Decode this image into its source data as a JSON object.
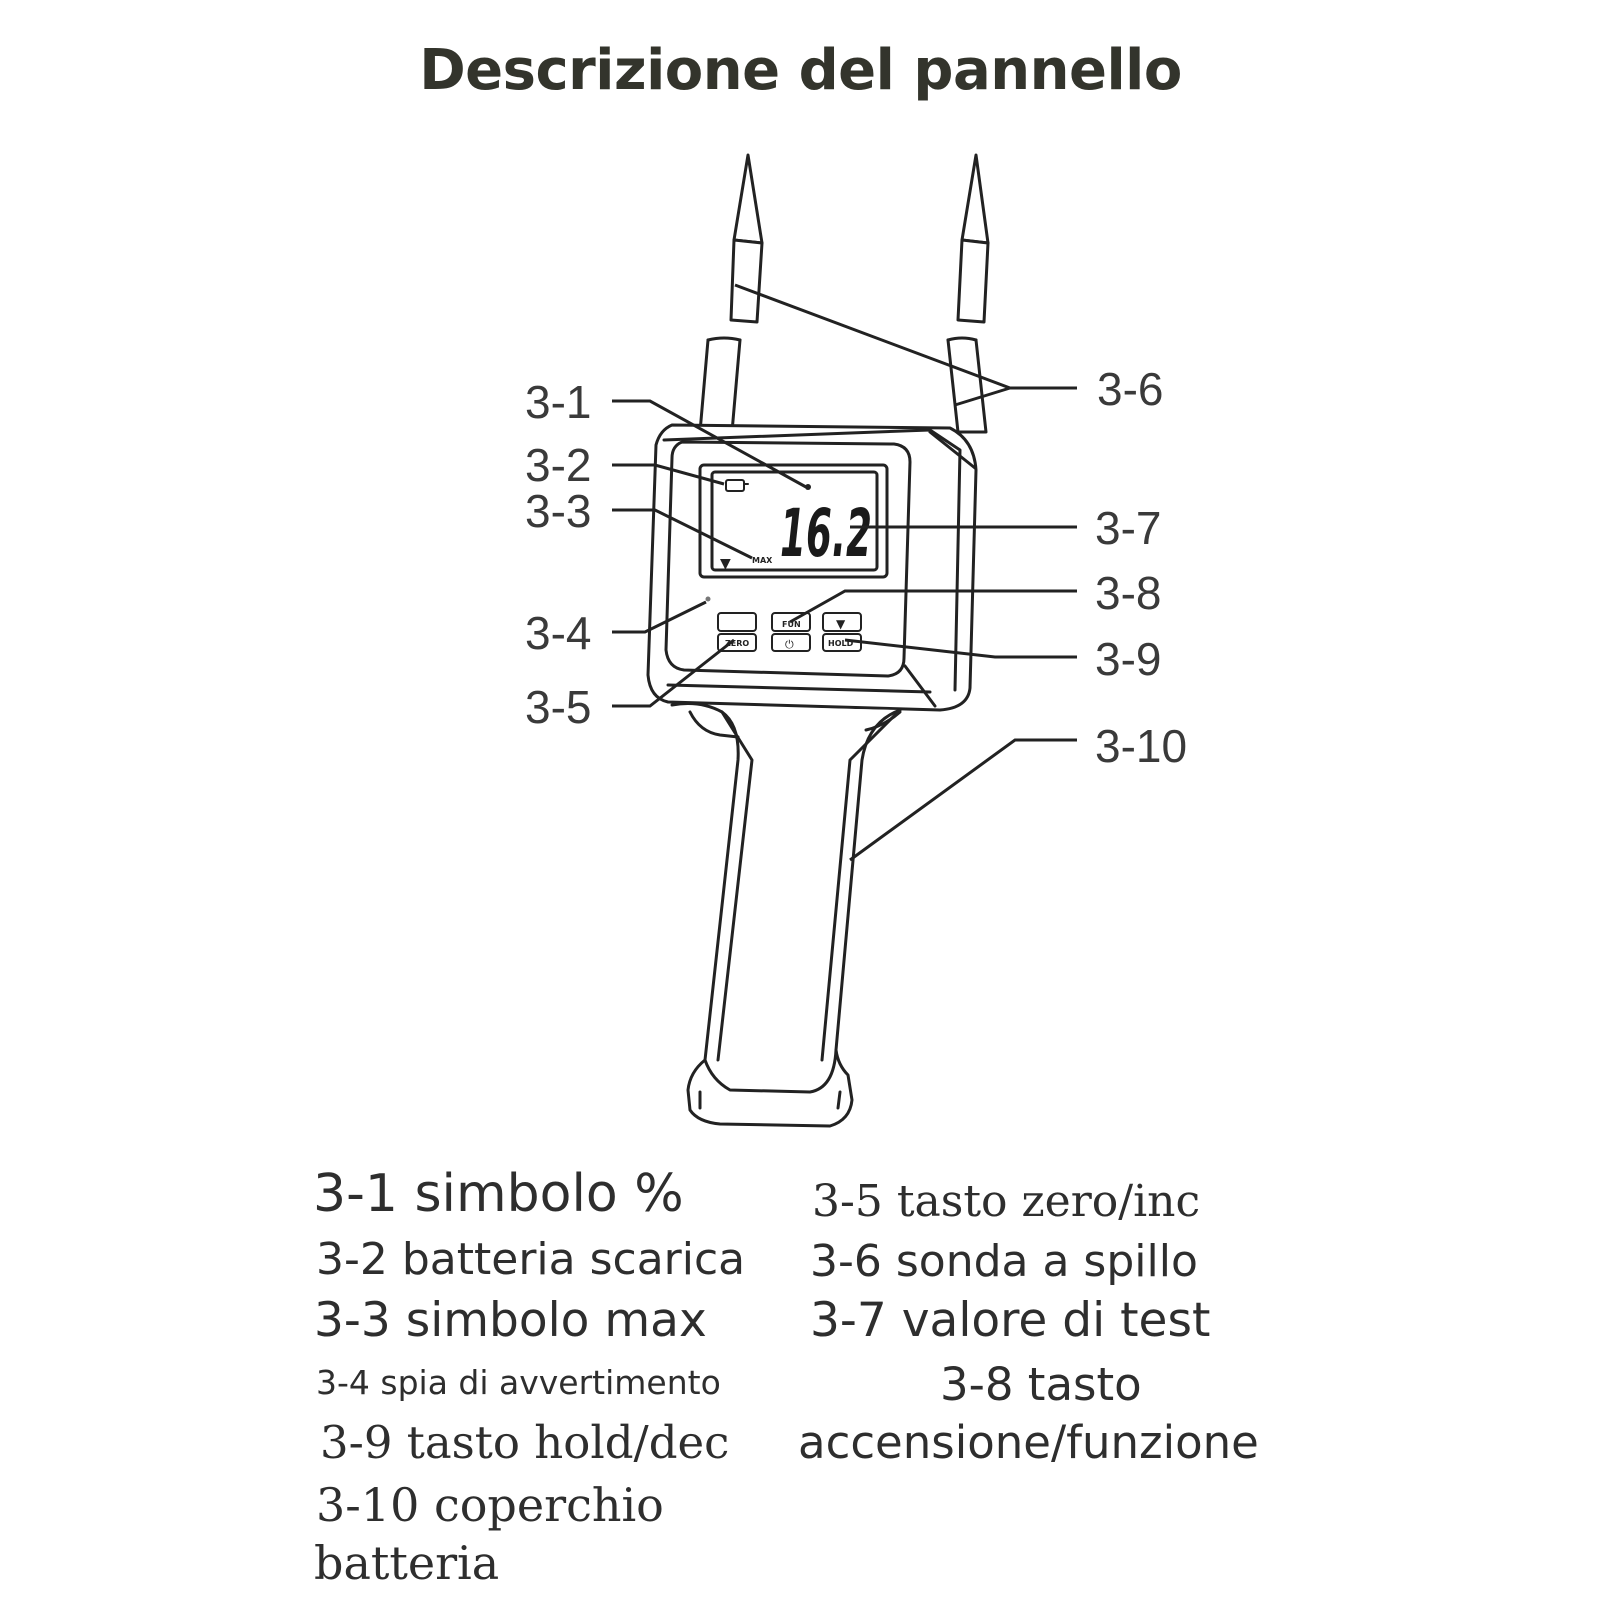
{
  "title": "Descrizione del pannello",
  "display_value": "16.2",
  "buttons": {
    "fun": "FUN",
    "zero": "ZERO",
    "hold": "HOLD",
    "down_arrow": "▼",
    "power": "⏻"
  },
  "lcd_max": "MAX",
  "callouts": [
    "3-1",
    "3-2",
    "3-3",
    "3-4",
    "3-5",
    "3-6",
    "3-7",
    "3-8",
    "3-9",
    "3-10"
  ],
  "legend": [
    "3-1 simbolo %",
    "3-2 batteria scarica",
    "3-3 simbolo max",
    "3-4 spia di avvertimento",
    "3-9 tasto hold/dec",
    "3-10 coperchio",
    "batteria",
    "3-5 tasto zero/inc",
    "3-6 sonda a spillo",
    "3-7 valore di test",
    "3-8 tasto",
    "accensione/funzione"
  ]
}
